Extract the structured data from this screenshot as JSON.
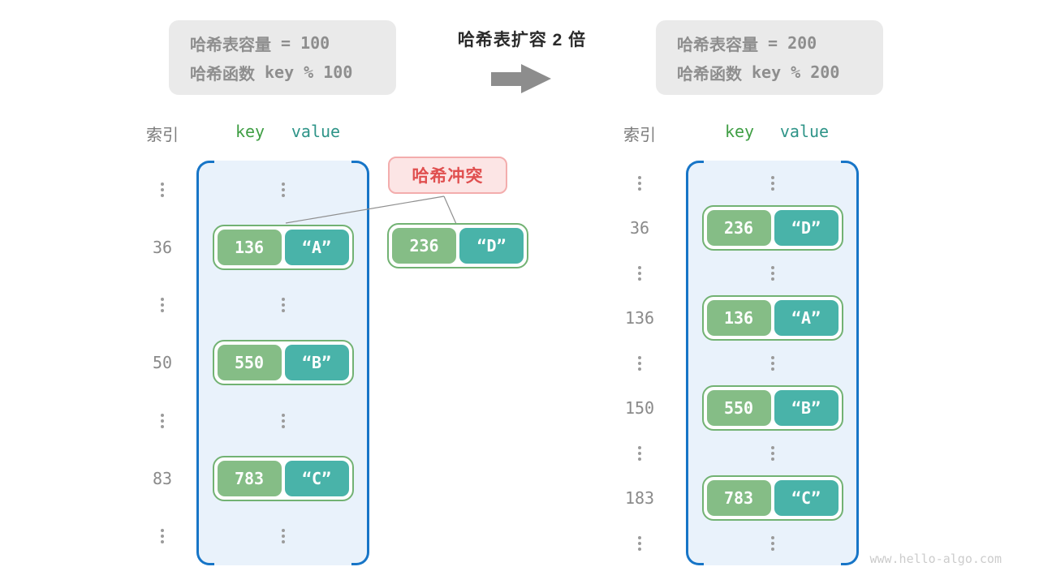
{
  "title": "哈希表扩容 2 倍",
  "info_left": {
    "capacity_label": "哈希表容量",
    "capacity_value": "= 100",
    "hash_label": "哈希函数",
    "hash_value": "key % 100"
  },
  "info_right": {
    "capacity_label": "哈希表容量",
    "capacity_value": "= 200",
    "hash_label": "哈希函数",
    "hash_value": "key % 200"
  },
  "headers": {
    "index": "索引",
    "key": "key",
    "value": "value"
  },
  "collision_label": "哈希冲突",
  "external_pair": {
    "key": "236",
    "value": "“D”"
  },
  "tables": [
    {
      "id": "before-resize",
      "rows": [
        {
          "type": "dots"
        },
        {
          "type": "entry",
          "index": "36",
          "key": "136",
          "value": "“A”"
        },
        {
          "type": "dots"
        },
        {
          "type": "entry",
          "index": "50",
          "key": "550",
          "value": "“B”"
        },
        {
          "type": "dots"
        },
        {
          "type": "entry",
          "index": "83",
          "key": "783",
          "value": "“C”"
        },
        {
          "type": "dots"
        }
      ]
    },
    {
      "id": "after-resize",
      "rows": [
        {
          "type": "dots"
        },
        {
          "type": "entry",
          "index": "36",
          "key": "236",
          "value": "“D”"
        },
        {
          "type": "dots"
        },
        {
          "type": "entry",
          "index": "136",
          "key": "136",
          "value": "“A”"
        },
        {
          "type": "dots"
        },
        {
          "type": "entry",
          "index": "150",
          "key": "550",
          "value": "“B”"
        },
        {
          "type": "dots"
        },
        {
          "type": "entry",
          "index": "183",
          "key": "783",
          "value": "“C”"
        },
        {
          "type": "dots"
        }
      ]
    }
  ],
  "watermark": "www.hello-algo.com",
  "colors": {
    "key_box_green": "#85bd86",
    "value_box_teal": "#49b3a9",
    "pair_border_green": "#72b273",
    "table_border_blue": "#1775c7",
    "table_fill_blue": "#e9f2fb",
    "collision_red": "#e04f4f",
    "collision_bg": "#fce5e5",
    "header_key_green": "#3f9e44",
    "header_value_teal": "#2e9488",
    "gray_text": "#8e8e8e",
    "arrow_gray": "#8d8d8d"
  }
}
